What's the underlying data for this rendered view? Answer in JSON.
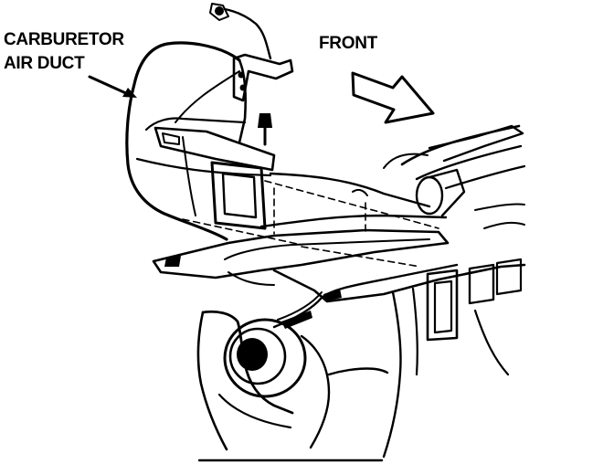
{
  "callouts": {
    "carburetor_line1": "CARBURETOR",
    "carburetor_line2": "AIR DUCT",
    "front": "FRONT"
  },
  "colors": {
    "ink": "#000000",
    "background": "#ffffff"
  }
}
